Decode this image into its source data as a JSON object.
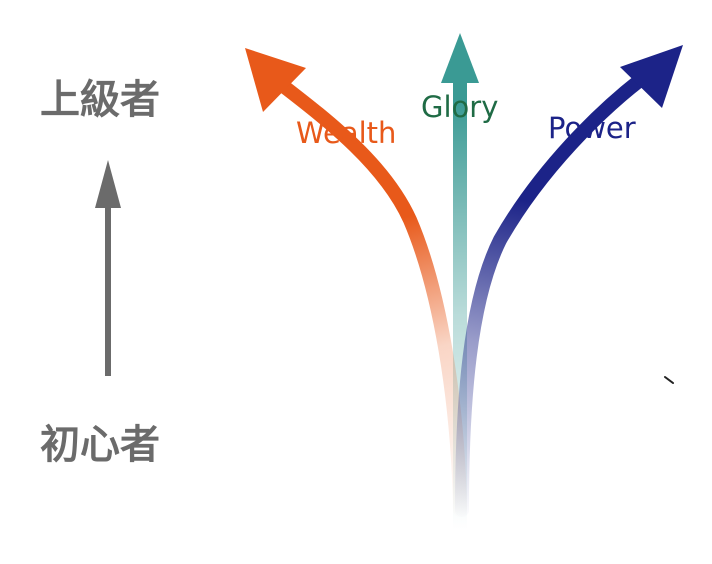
{
  "levels": {
    "top": "上級者",
    "bottom": "初心者"
  },
  "branches": {
    "wealth": {
      "label": "Wealth",
      "color": "#e8591a"
    },
    "glory": {
      "label": "Glory",
      "color": "#1f6b45",
      "arrow_color": "#3a9a94"
    },
    "power": {
      "label": "Power",
      "color": "#1c2388"
    }
  },
  "colors": {
    "level_text": "#6b6b6b",
    "progress_arrow": "#6b6b6b"
  }
}
